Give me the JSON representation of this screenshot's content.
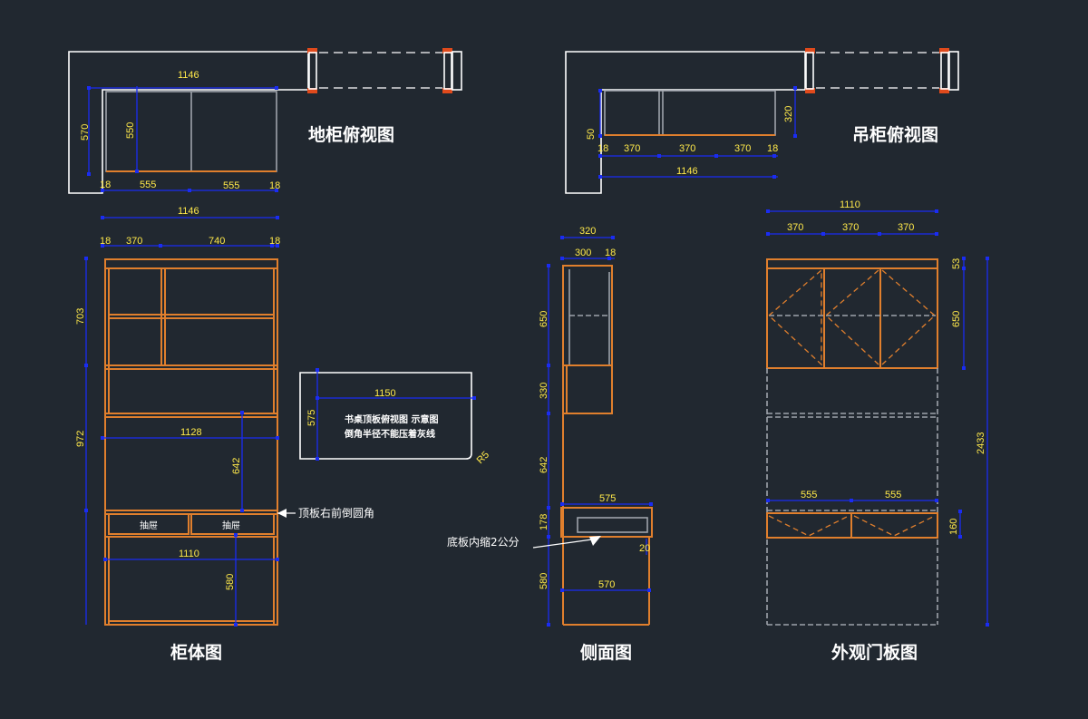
{
  "titles": {
    "base_top": "地柜俯视图",
    "wall_top": "吊柜俯视图",
    "body": "柜体图",
    "side": "侧面图",
    "door": "外观门板图"
  },
  "notes": {
    "desk_line1": "书桌顶板俯视图   示意图",
    "desk_line2": "倒角半径不能压着灰线",
    "top_corner": "顶板右前倒圆角",
    "bottom_inset": "底板内缩2公分",
    "drawer_left": "抽屉",
    "drawer_right": "抽屉"
  },
  "dims": {
    "bt_1146": "1146",
    "bt_570": "570",
    "bt_550": "550",
    "bt_18a": "18",
    "bt_555a": "555",
    "bt_555b": "555",
    "bt_18b": "18",
    "wt_50": "50",
    "wt_320": "320",
    "wt_18a": "18",
    "wt_370a": "370",
    "wt_370b": "370",
    "wt_370c": "370",
    "wt_18b": "18",
    "wt_1146": "1146",
    "cb_1146": "1146",
    "cb_18a": "18",
    "cb_370": "370",
    "cb_740": "740",
    "cb_18b": "18",
    "cb_703": "703",
    "cb_972": "972",
    "cb_1128": "1128",
    "cb_642": "642",
    "cb_1110": "1110",
    "cb_580": "580",
    "dk_1150": "1150",
    "dk_575": "575",
    "dk_r5": "R5",
    "sd_320": "320",
    "sd_300": "300",
    "sd_18": "18",
    "sd_650": "650",
    "sd_330": "330",
    "sd_642": "642",
    "sd_575": "575",
    "sd_178": "178",
    "sd_20": "20",
    "sd_570": "570",
    "sd_580": "580",
    "dr_1110": "1110",
    "dr_370a": "370",
    "dr_370b": "370",
    "dr_370c": "370",
    "dr_53": "53",
    "dr_650": "650",
    "dr_2433": "2433",
    "dr_555a": "555",
    "dr_555b": "555",
    "dr_160": "160"
  }
}
